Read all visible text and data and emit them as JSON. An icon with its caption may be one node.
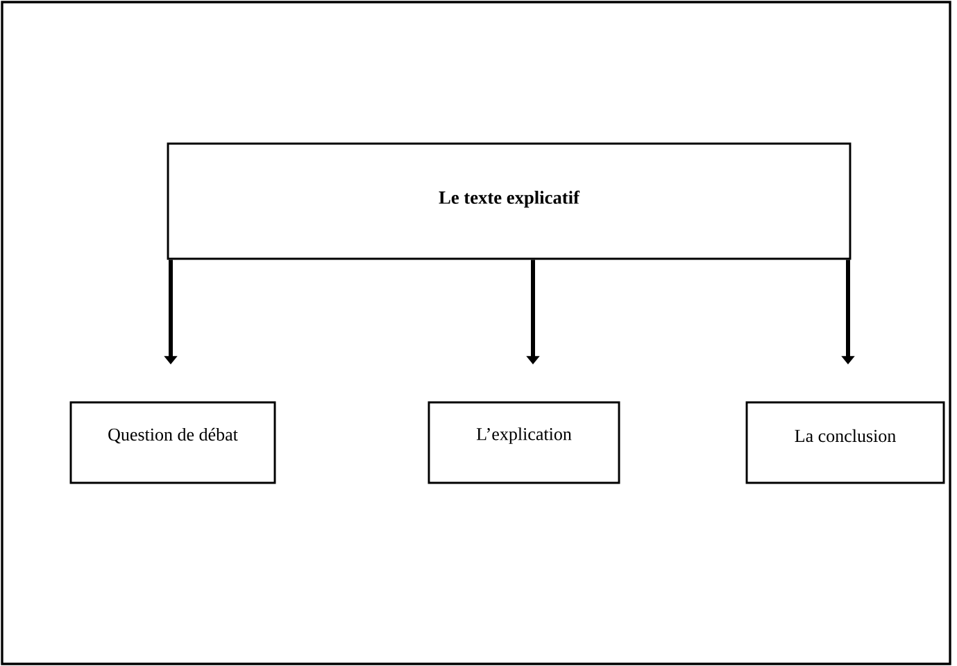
{
  "diagram": {
    "nodes": [
      {
        "text": [
          "Le texte explicatif"
        ]
      },
      {
        "text": [
          "Question de débat"
        ]
      },
      {
        "text": [
          "L’explication"
        ]
      },
      {
        "text": [
          "La conclusion"
        ]
      }
    ],
    "edges": [
      {
        "from": 0,
        "to": 1,
        "arrow": "to"
      },
      {
        "from": 0,
        "to": 2,
        "arrow": "to"
      },
      {
        "from": 0,
        "to": 3,
        "arrow": "to"
      }
    ]
  }
}
